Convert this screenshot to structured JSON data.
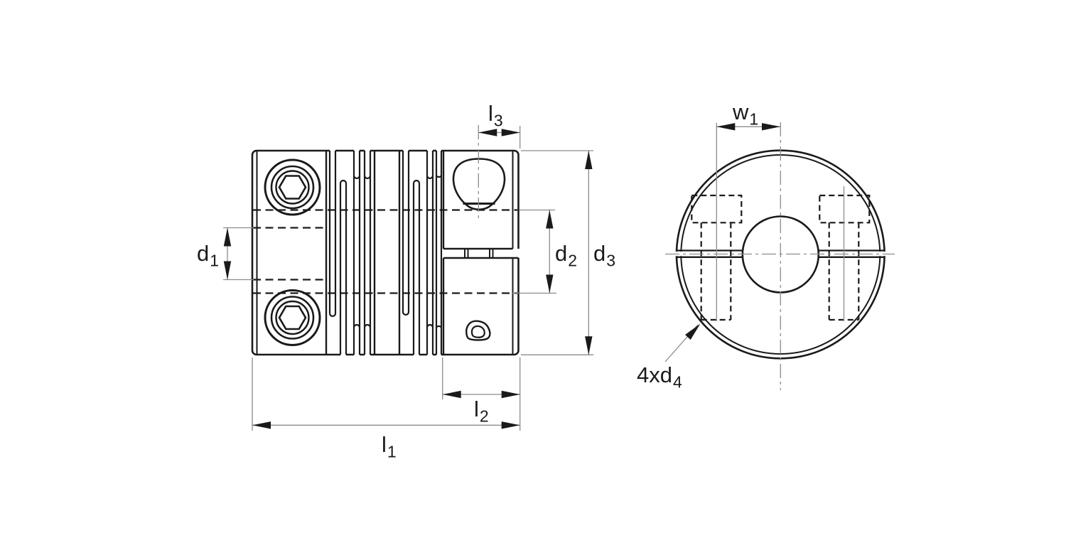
{
  "drawing": {
    "type": "technical-drawing",
    "subject": "flexible beam clamp coupling, side view and front view",
    "colors": {
      "outline": "#1a1a1a",
      "dimension_lines": "#8c8c8c",
      "background": "#ffffff",
      "text": "#1a1a1a"
    },
    "views": [
      {
        "name": "side-view",
        "description": "coupling side elevation with hex socket screws and flexure slits"
      },
      {
        "name": "front-view",
        "description": "coupling front face with clamping slits and screw holes"
      }
    ],
    "dimensions": {
      "l1": {
        "base": "l",
        "sub": "1"
      },
      "l2": {
        "base": "l",
        "sub": "2"
      },
      "l3": {
        "base": "l",
        "sub": "3"
      },
      "d1": {
        "base": "d",
        "sub": "1"
      },
      "d2": {
        "base": "d",
        "sub": "2"
      },
      "d3": {
        "base": "d",
        "sub": "3"
      },
      "w1": {
        "base": "w",
        "sub": "1"
      },
      "d4": {
        "base": "4xd",
        "sub": "4"
      }
    }
  }
}
